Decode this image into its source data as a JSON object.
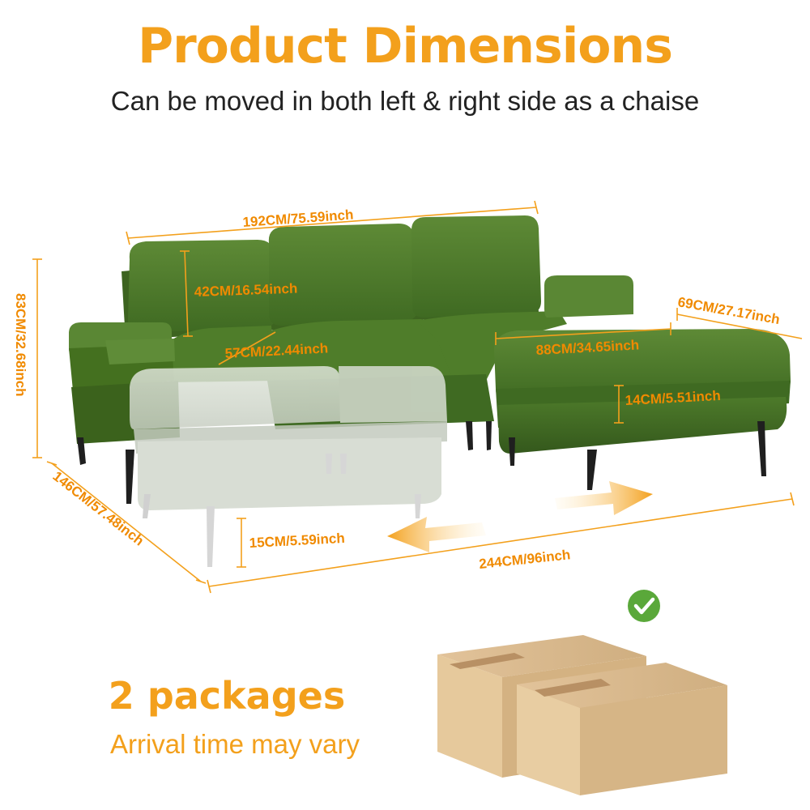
{
  "header": {
    "title": "Product Dimensions",
    "subtitle": "Can be moved in both left & right side as a chaise"
  },
  "dimensions": {
    "overall_width": "192CM/75.59inch",
    "back_cushion_height": "42CM/16.54inch",
    "seat_depth": "57CM/22.44inch",
    "ottoman_width": "88CM/34.65inch",
    "ottoman_depth": "69CM/27.17inch",
    "seat_thickness": "14CM/5.51inch",
    "overall_height": "83CM/32.68inch",
    "chaise_depth": "146CM/57.48inch",
    "leg_height": "15CM/5.59inch",
    "total_length": "244CM/96inch"
  },
  "packages": {
    "title": "2 packages",
    "subtitle": "Arrival time may vary"
  },
  "colors": {
    "accent": "#f3a01c",
    "sofa_green": "#4f7a2c",
    "check_green": "#5aa83a",
    "box": "#d9b98a"
  },
  "icons": {
    "check": "check-circle-icon",
    "arrows": "move-arrows-icon",
    "boxes": "package-box-icon"
  }
}
